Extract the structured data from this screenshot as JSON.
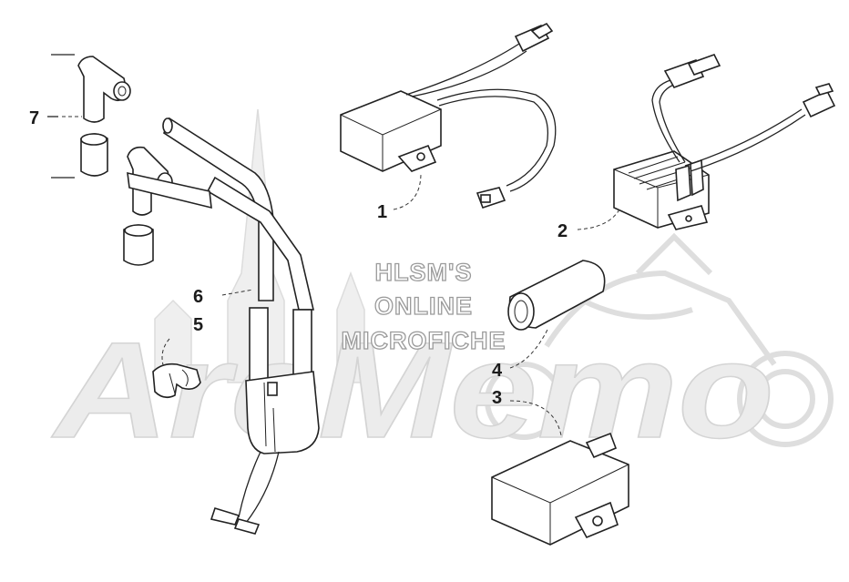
{
  "watermark": {
    "lines": [
      "HLSM'S",
      "ONLINE",
      "MICROFICHE"
    ],
    "logo_text": "ArcMemo"
  },
  "callouts": [
    {
      "id": "1",
      "label": "1"
    },
    {
      "id": "2",
      "label": "2"
    },
    {
      "id": "3",
      "label": "3"
    },
    {
      "id": "4",
      "label": "4"
    },
    {
      "id": "5",
      "label": "5"
    },
    {
      "id": "6",
      "label": "6"
    },
    {
      "id": "7",
      "label": "7"
    }
  ]
}
